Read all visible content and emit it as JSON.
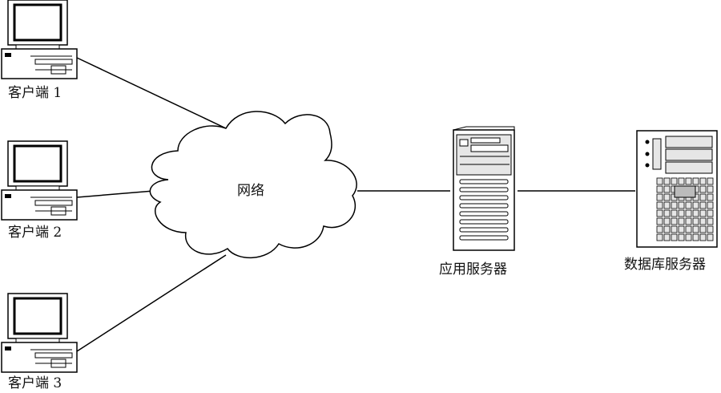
{
  "clients": [
    {
      "label": "客户端 1"
    },
    {
      "label": "客户端 2"
    },
    {
      "label": "客户端 3"
    }
  ],
  "network": {
    "label": "网络"
  },
  "app_server": {
    "label": "应用服务器"
  },
  "db_server": {
    "label": "数据库服务器"
  },
  "colors": {
    "stroke": "#000000",
    "fill": "#ffffff",
    "panel": "#e6e6e6"
  }
}
